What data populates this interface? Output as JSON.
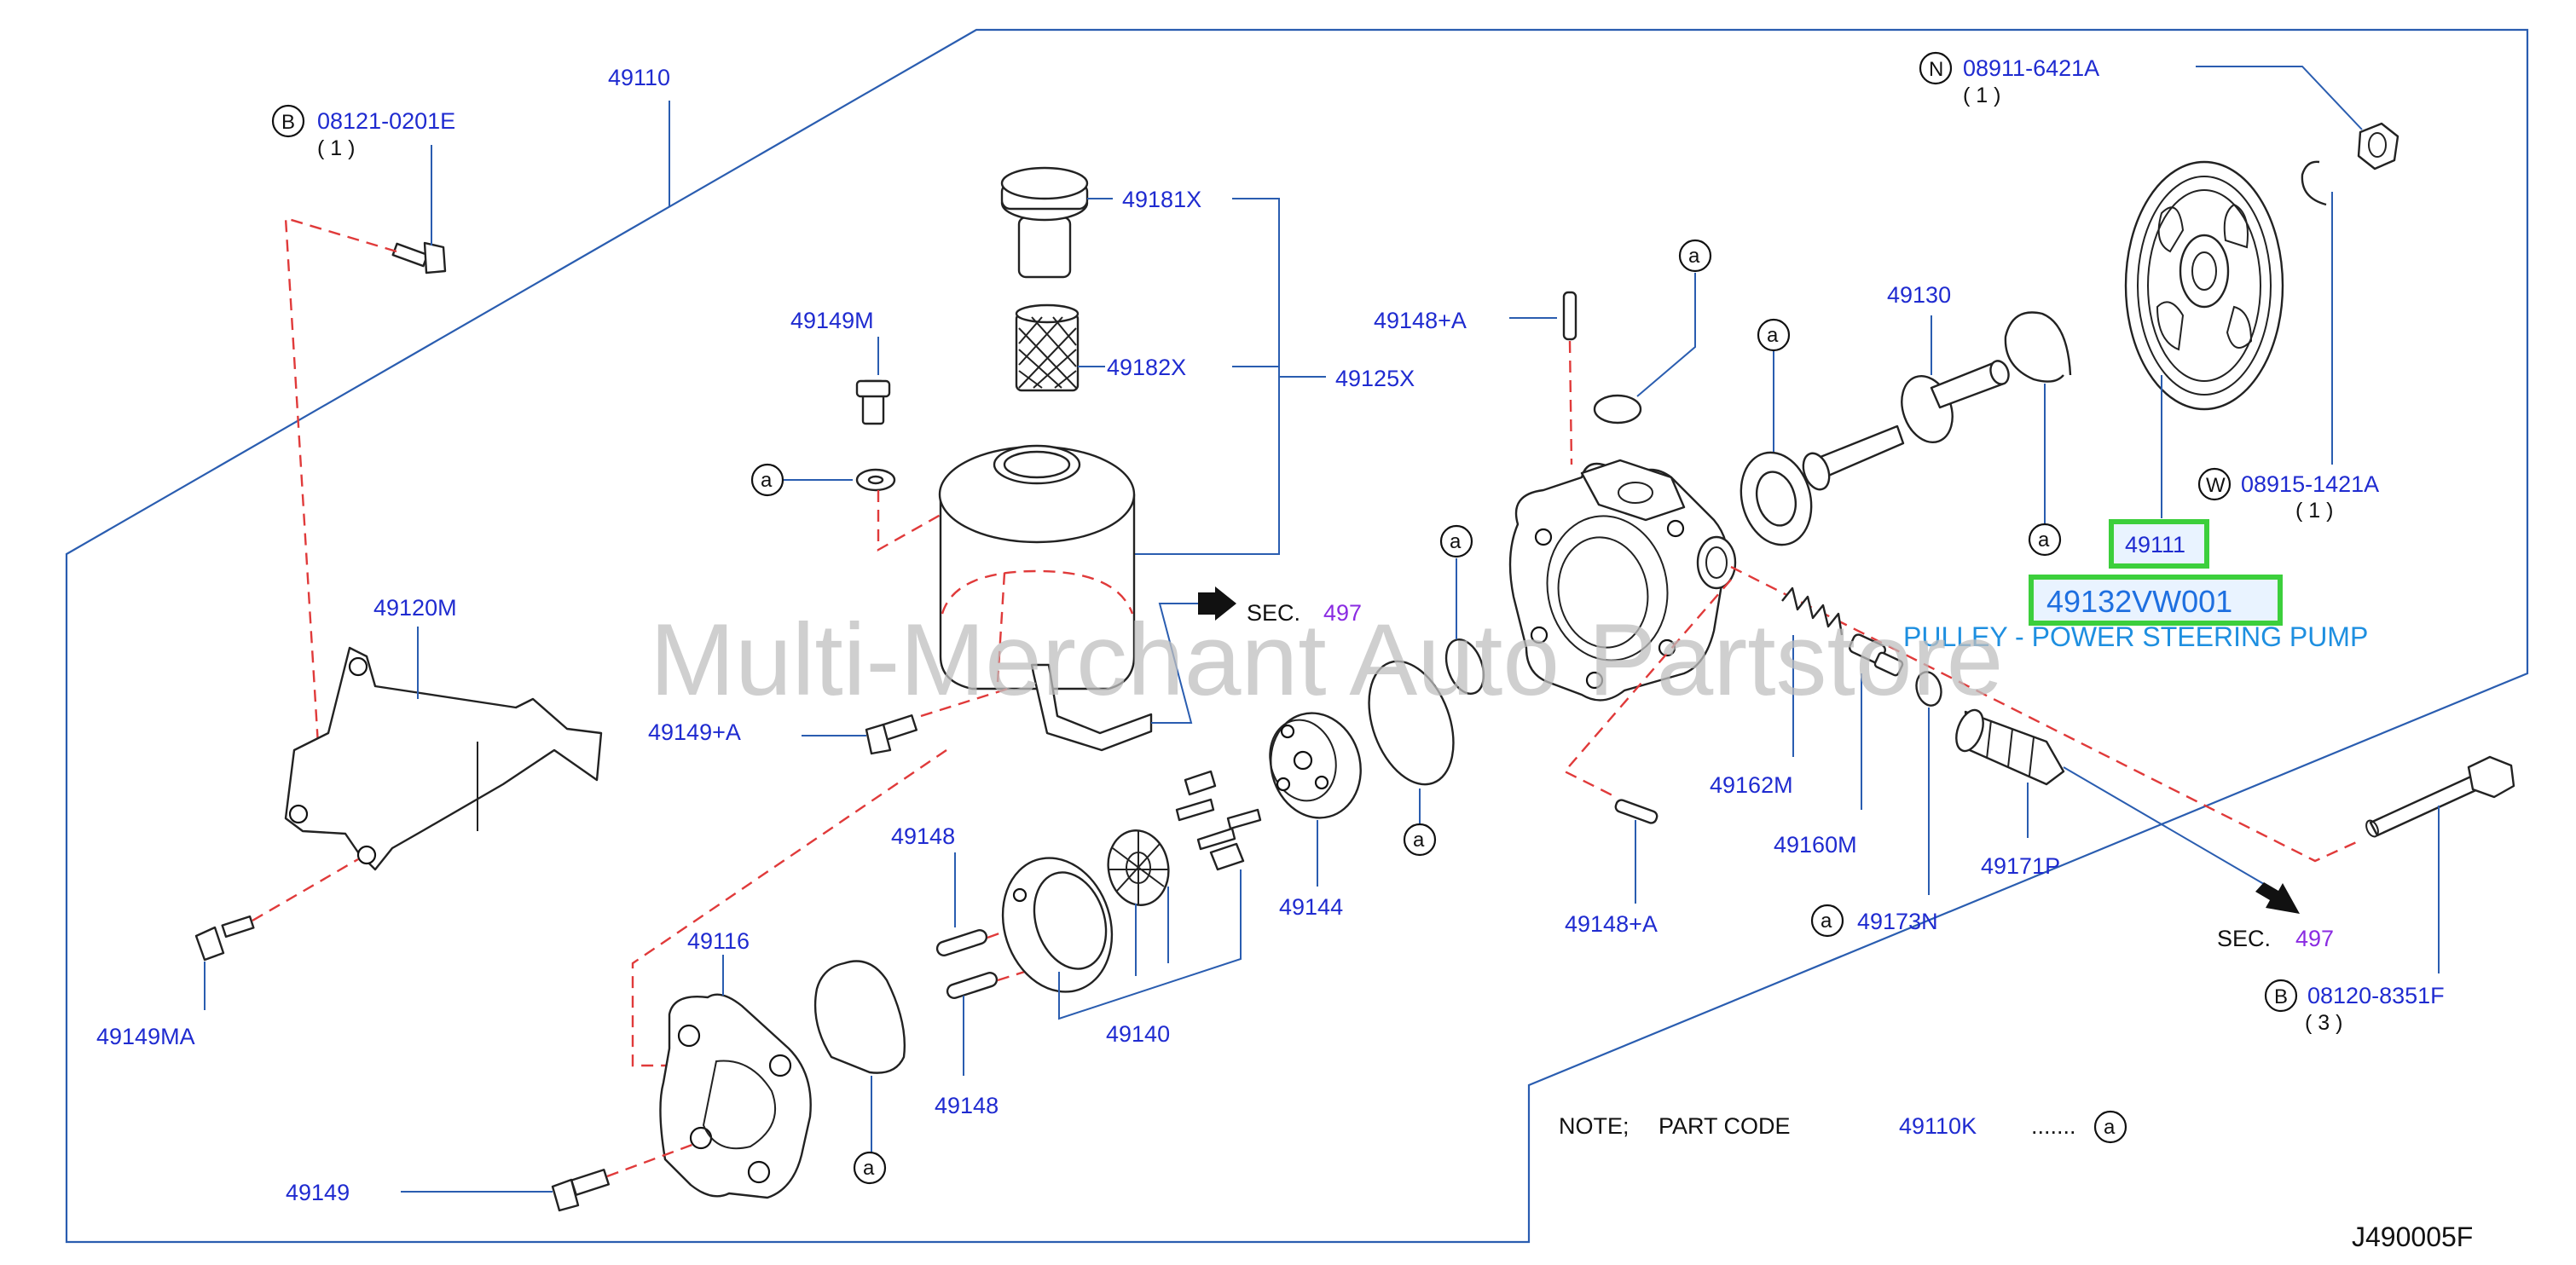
{
  "watermark": "Multi-Merchant Auto Partstore",
  "figure_code": "J490005F",
  "highlight": {
    "part_number": "49111",
    "oem_number": "49132VW001",
    "description": "PULLEY - POWER STEERING PUMP"
  },
  "parts": {
    "p49110": "49110",
    "p08121": "08121-0201E",
    "p08121_qty": "( 1 )",
    "p08121_letter": "B",
    "p49181X": "49181X",
    "p49182X": "49182X",
    "p49125X": "49125X",
    "p49149M": "49149M",
    "p49120M": "49120M",
    "p49149A": "49149+A",
    "p49149MA": "49149MA",
    "p49116": "49116",
    "p49149": "49149",
    "p49148a": "49148",
    "p49148b": "49148",
    "p49140": "49140",
    "p49144": "49144",
    "p49148A_top": "49148+A",
    "p49148A_bot": "49148+A",
    "p49130": "49130",
    "p08911": "08911-6421A",
    "p08911_qty": "( 1 )",
    "p08911_letter": "N",
    "p08915": "08915-1421A",
    "p08915_qty": "( 1 )",
    "p08915_letter": "W",
    "p49162M": "49162M",
    "p49160M": "49160M",
    "p49173N": "49173N",
    "p49171P": "49171P",
    "p08120": "08120-8351F",
    "p08120_qty": "( 3 )",
    "p08120_letter": "B"
  },
  "sec_label": "SEC.",
  "sec_number_1": "497",
  "sec_number_2": "497",
  "marker": "a",
  "note": {
    "label": "NOTE;",
    "part_code_label": "PART   CODE",
    "code": "49110K",
    "dots": "......."
  }
}
